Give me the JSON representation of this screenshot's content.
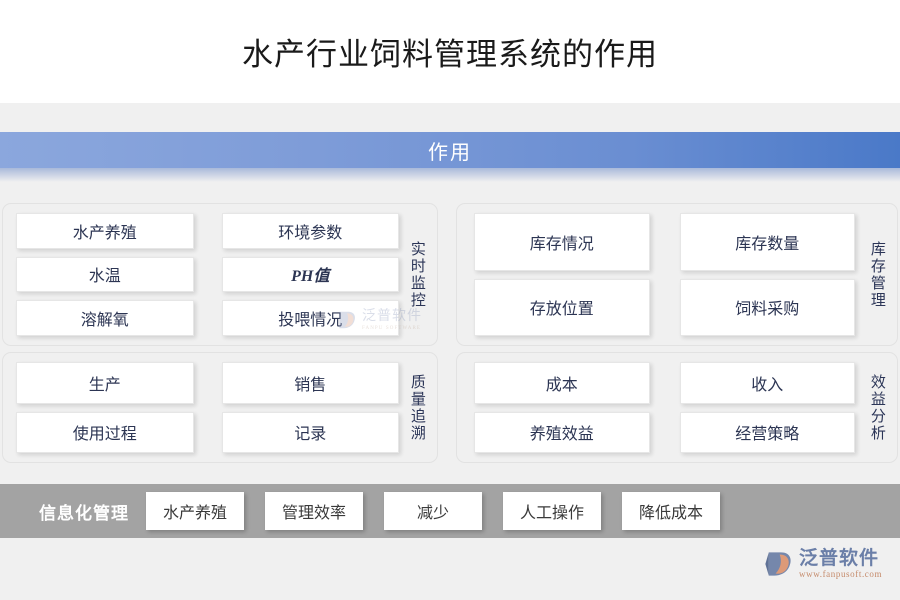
{
  "page": {
    "title": "水产行业饲料管理系统的作用",
    "banner_label": "作用"
  },
  "colors": {
    "banner_gradient_start": "#8ba7dd",
    "banner_gradient_end": "#4a79c8",
    "canvas_bg": "#f0f0f0",
    "panel_bg": "#f0f0f0",
    "cell_bg": "#ffffff",
    "cell_text": "#2c3553",
    "vertical_label_text": "#2b3557",
    "footer_bar_bg": "#a3a3a3",
    "footer_title_text": "#ffffff",
    "logo_cn_text": "#6b7fa8",
    "logo_en_text": "#c58a6a"
  },
  "panels": [
    {
      "id": "realtime-monitoring",
      "vertical_label": "实时监控",
      "cells": [
        {
          "label": "水产养殖",
          "style": "normal"
        },
        {
          "label": "环境参数",
          "style": "normal"
        },
        {
          "label": "水温",
          "style": "normal"
        },
        {
          "label": "PH值",
          "style": "italic"
        },
        {
          "label": "溶解氧",
          "style": "normal"
        },
        {
          "label": "投喂情况",
          "style": "normal"
        }
      ]
    },
    {
      "id": "inventory-management",
      "vertical_label": "库存管理",
      "cells": [
        {
          "label": "库存情况",
          "style": "normal"
        },
        {
          "label": "库存数量",
          "style": "normal"
        },
        {
          "label": "存放位置",
          "style": "normal"
        },
        {
          "label": "饲料采购",
          "style": "normal"
        }
      ]
    },
    {
      "id": "quality-traceability",
      "vertical_label": "质量追溯",
      "cells": [
        {
          "label": "生产",
          "style": "normal"
        },
        {
          "label": "销售",
          "style": "normal"
        },
        {
          "label": "使用过程",
          "style": "normal"
        },
        {
          "label": "记录",
          "style": "normal"
        }
      ]
    },
    {
      "id": "benefit-analysis",
      "vertical_label": "效益分析",
      "cells": [
        {
          "label": "成本",
          "style": "normal"
        },
        {
          "label": "收入",
          "style": "normal"
        },
        {
          "label": "养殖效益",
          "style": "normal"
        },
        {
          "label": "经营策略",
          "style": "normal"
        }
      ]
    }
  ],
  "footer": {
    "title": "信息化管理",
    "cells": [
      "水产养殖",
      "管理效率",
      "减少",
      "人工操作",
      "降低成本"
    ]
  },
  "watermark": {
    "cn": "泛普软件",
    "en": "FANPU SOFTWARE"
  },
  "brand": {
    "cn": "泛普软件",
    "url": "www.fanpusoft.com"
  }
}
